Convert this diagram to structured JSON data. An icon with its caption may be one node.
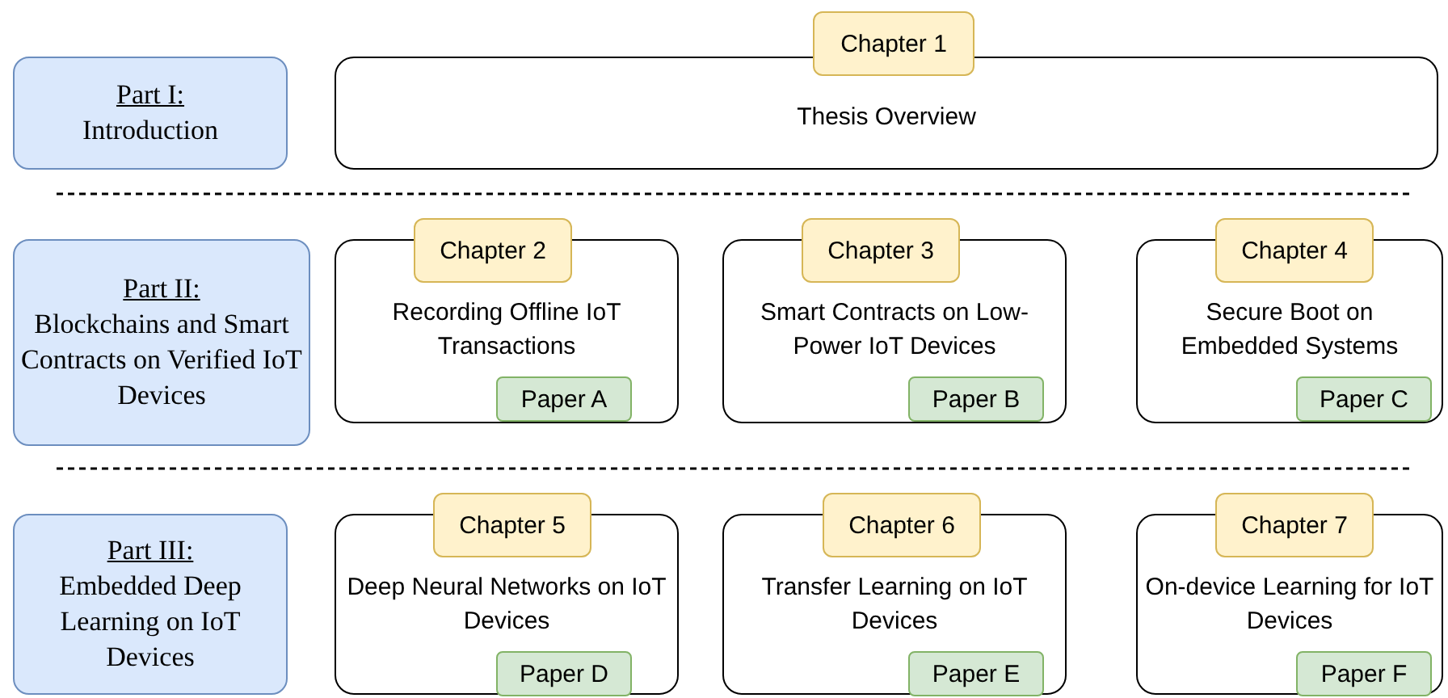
{
  "diagram": {
    "nodes": [
      {
        "text": [
          "Part I:",
          "Introduction"
        ]
      },
      {
        "text": [
          "Chapter 1"
        ]
      },
      {
        "text": [
          "Thesis Overview"
        ]
      },
      {
        "text": [
          "Part II:",
          "Blockchains and Smart Contracts on Verified IoT Devices"
        ]
      },
      {
        "text": [
          "Chapter 2"
        ]
      },
      {
        "text": [
          "Recording Offline IoT Transactions"
        ]
      },
      {
        "text": [
          "Paper A"
        ],
        "in": 5
      },
      {
        "text": [
          "Chapter 3"
        ]
      },
      {
        "text": [
          "Smart Contracts on Low-Power IoT Devices"
        ]
      },
      {
        "text": [
          "Paper B"
        ],
        "in": 8
      },
      {
        "text": [
          "Chapter 4"
        ]
      },
      {
        "text": [
          "Secure Boot on Embedded Systems"
        ]
      },
      {
        "text": [
          "Paper C"
        ],
        "in": 11
      },
      {
        "text": [
          "Part III:",
          "Embedded Deep Learning on IoT Devices"
        ]
      },
      {
        "text": [
          "Chapter 5"
        ]
      },
      {
        "text": [
          "Deep Neural Networks on IoT Devices"
        ]
      },
      {
        "text": [
          "Paper D"
        ],
        "in": 15
      },
      {
        "text": [
          "Chapter 6"
        ]
      },
      {
        "text": [
          "Transfer Learning on IoT Devices"
        ]
      },
      {
        "text": [
          "Paper E"
        ],
        "in": 18
      },
      {
        "text": [
          "Chapter 7"
        ]
      },
      {
        "text": [
          "On-device Learning for IoT Devices"
        ]
      },
      {
        "text": [
          "Paper F"
        ],
        "in": 21
      }
    ]
  }
}
